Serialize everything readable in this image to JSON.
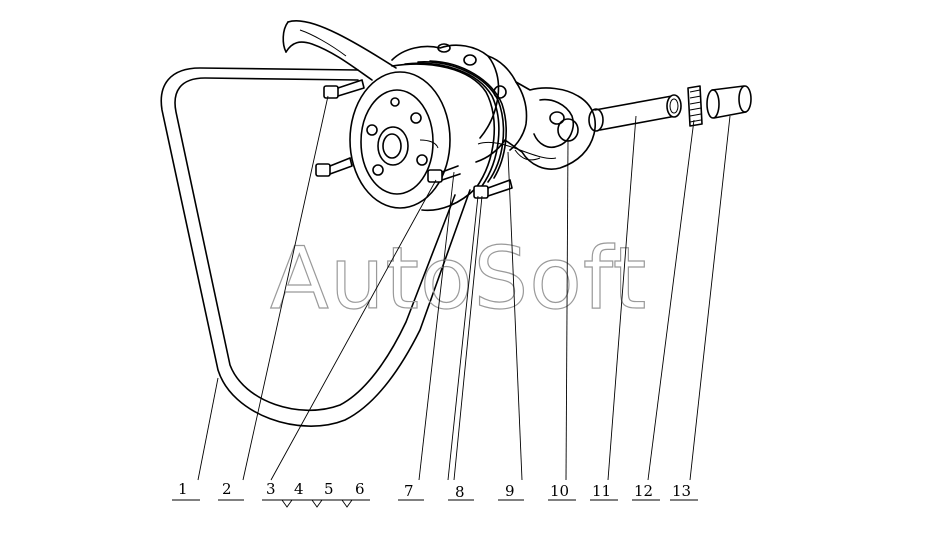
{
  "watermark": "AutoSoft",
  "callouts": [
    {
      "id": "1",
      "label": "1"
    },
    {
      "id": "2",
      "label": "2"
    },
    {
      "id": "3",
      "label": "3"
    },
    {
      "id": "4",
      "label": "4"
    },
    {
      "id": "5",
      "label": "5"
    },
    {
      "id": "6",
      "label": "6"
    },
    {
      "id": "7",
      "label": "7"
    },
    {
      "id": "8",
      "label": "8"
    },
    {
      "id": "9",
      "label": "9"
    },
    {
      "id": "10",
      "label": "10"
    },
    {
      "id": "11",
      "label": "11"
    },
    {
      "id": "12",
      "label": "12"
    },
    {
      "id": "13",
      "label": "13"
    }
  ]
}
